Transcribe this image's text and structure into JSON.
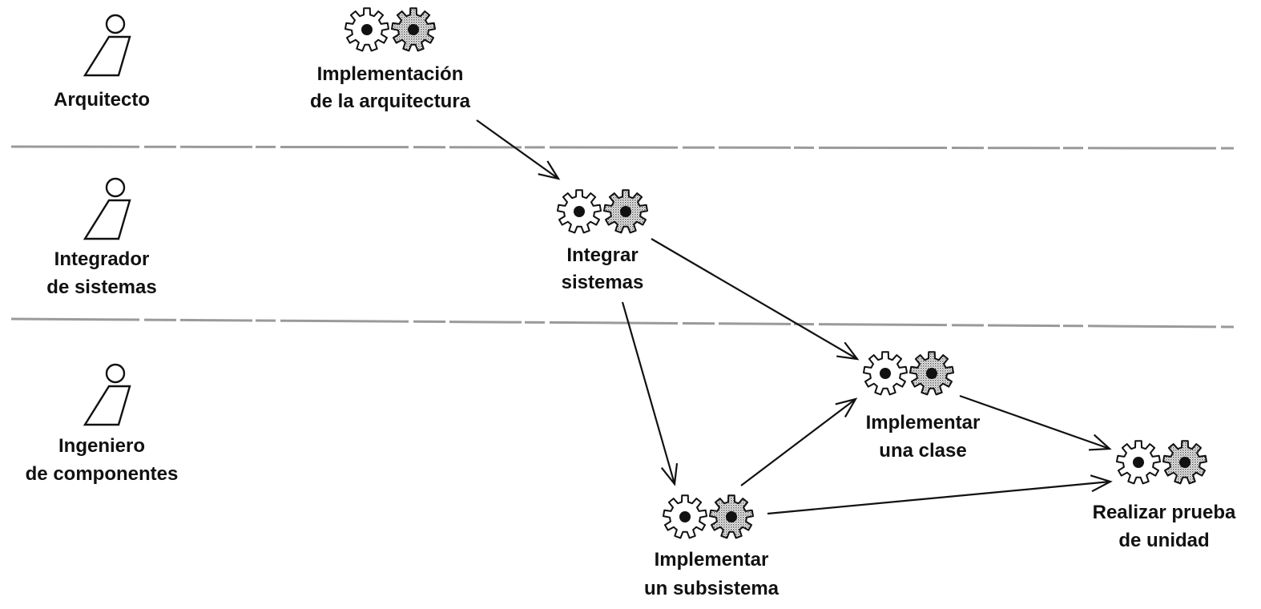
{
  "actors": [
    {
      "id": "arquitecto",
      "lines": [
        "Arquitecto"
      ]
    },
    {
      "id": "integrador-de-sistemas",
      "lines": [
        "Integrador",
        "de sistemas"
      ]
    },
    {
      "id": "ingeniero-de-componentes",
      "lines": [
        "Ingeniero",
        "de componentes"
      ]
    }
  ],
  "activities": [
    {
      "id": "implementacion-de-la-arquitectura",
      "lines": [
        "Implementación",
        "de la arquitectura"
      ]
    },
    {
      "id": "integrar-sistemas",
      "lines": [
        "Integrar",
        "sistemas"
      ]
    },
    {
      "id": "implementar-una-clase",
      "lines": [
        "Implementar",
        "una clase"
      ]
    },
    {
      "id": "implementar-un-subsistema",
      "lines": [
        "Implementar",
        "un subsistema"
      ]
    },
    {
      "id": "realizar-prueba-de-unidad",
      "lines": [
        "Realizar prueba",
        "de unidad"
      ]
    }
  ],
  "flows": [
    {
      "from": "implementacion-de-la-arquitectura",
      "to": "integrar-sistemas"
    },
    {
      "from": "integrar-sistemas",
      "to": "implementar-una-clase"
    },
    {
      "from": "integrar-sistemas",
      "to": "implementar-un-subsistema"
    },
    {
      "from": "implementar-un-subsistema",
      "to": "implementar-una-clase"
    },
    {
      "from": "implementar-una-clase",
      "to": "realizar-prueba-de-unidad"
    },
    {
      "from": "implementar-un-subsistema",
      "to": "realizar-prueba-de-unidad"
    }
  ],
  "icons": {
    "actor": "worker-icon",
    "activity": "gear-pair-icon"
  },
  "colors": {
    "ink": "#111111",
    "gear_fill": "#a0a0a0",
    "lane_divider": "#9a9a9a"
  }
}
